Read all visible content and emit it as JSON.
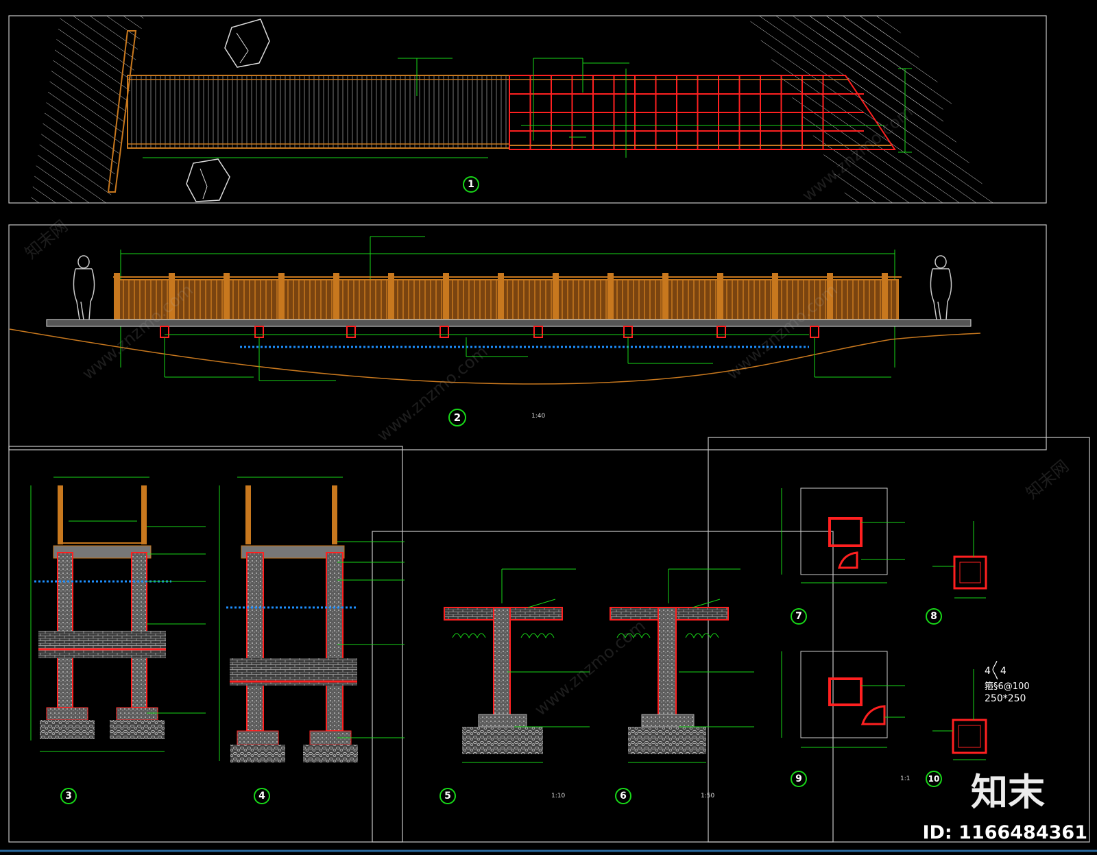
{
  "drawing": {
    "views": [
      {
        "num": "1",
        "caption": "",
        "scale": ""
      },
      {
        "num": "2",
        "caption": "",
        "scale": "1:40"
      },
      {
        "num": "3",
        "caption": "",
        "scale": ""
      },
      {
        "num": "4",
        "caption": "",
        "scale": ""
      },
      {
        "num": "5",
        "caption": "",
        "scale": "1:10"
      },
      {
        "num": "6",
        "caption": "",
        "scale": "1:50"
      },
      {
        "num": "7",
        "caption": "",
        "scale": ""
      },
      {
        "num": "8",
        "caption": "",
        "scale": ""
      },
      {
        "num": "9",
        "caption": "",
        "scale": "1:1"
      },
      {
        "num": "10",
        "caption": "",
        "scale": ""
      }
    ],
    "callout_10": {
      "line1": "4〱4",
      "line2": "箍§6@100",
      "line3": "250*250"
    }
  },
  "watermark": {
    "brand": "知末",
    "id": "ID: 1166484361",
    "site": "www.znzmo.com",
    "brand_alt": "知末网"
  },
  "colors": {
    "frame": "#c8c8c8",
    "wood": "#c8781e",
    "rebar": "#ff2020",
    "dim": "#18d818",
    "concrete": "#9a9a9a",
    "water": "#1e90ff"
  }
}
